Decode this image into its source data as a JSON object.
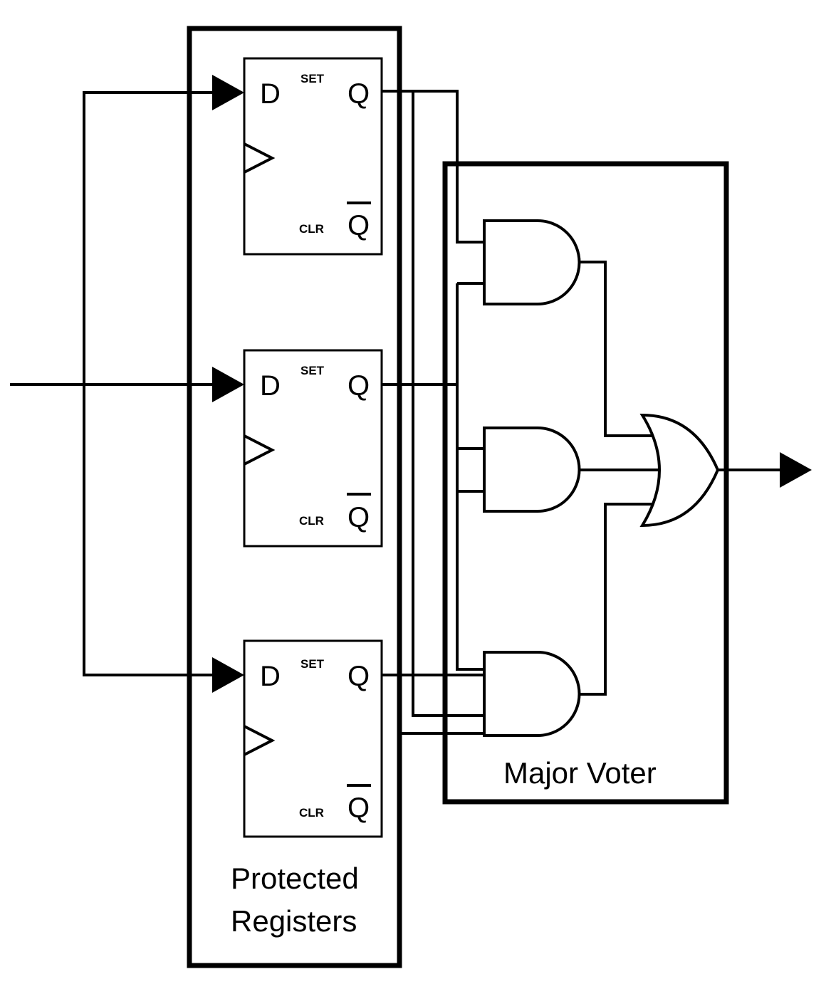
{
  "diagram": {
    "title": "",
    "registers_label_line1": "Protected",
    "registers_label_line2": "Registers",
    "voter_label": "Major Voter",
    "flip_flop": {
      "d_label": "D",
      "q_label": "Q",
      "qbar_label": "Q",
      "set_label": "SET",
      "clr_label": "CLR"
    },
    "flip_flop_count": 3,
    "and_gate_count": 3,
    "or_gate_count": 1,
    "line_color": "#000000",
    "background_color": "#ffffff"
  }
}
